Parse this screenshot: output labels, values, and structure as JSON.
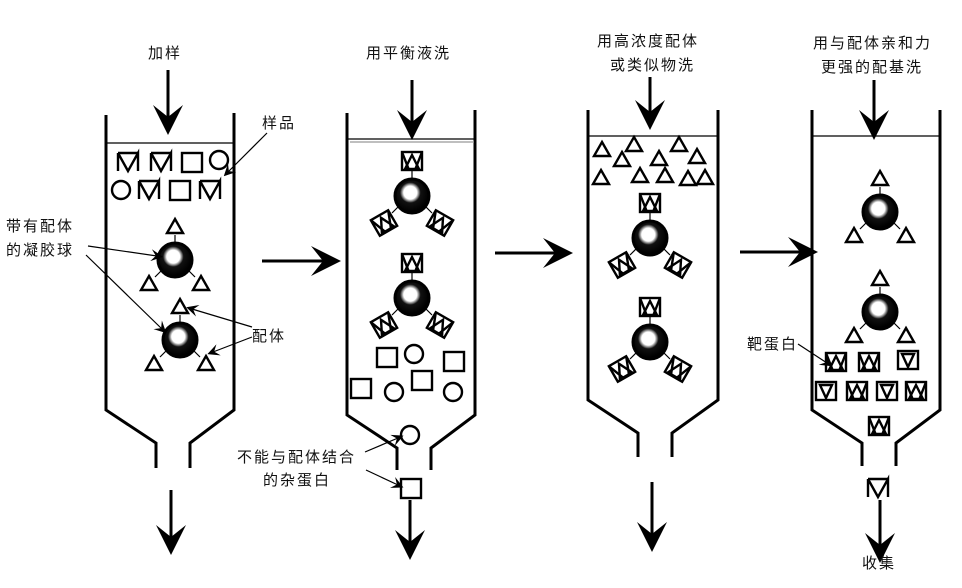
{
  "steps": [
    {
      "title": "加样"
    },
    {
      "title": "用平衡液洗"
    },
    {
      "title_line1": "用高浓度配体",
      "title_line2": "或类似物洗"
    },
    {
      "title_line1": "用与配体亲和力",
      "title_line2": "更强的配基洗"
    }
  ],
  "annotations": {
    "sample": "样品",
    "gel_bead_line1": "带有配体",
    "gel_bead_line2": "的凝胶球",
    "ligand": "配体",
    "impurity_line1": "不能与配体结合",
    "impurity_line2": "的杂蛋白",
    "target_protein": "靶蛋白",
    "collect": "收集"
  },
  "colors": {
    "ink": "#000000",
    "background": "#ffffff"
  }
}
